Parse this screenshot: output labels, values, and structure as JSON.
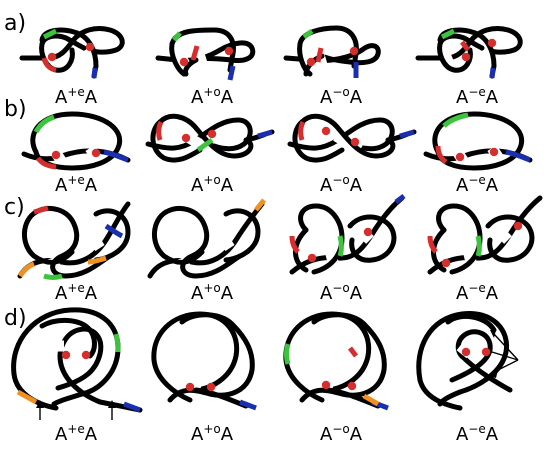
{
  "colors": {
    "strand": "#000000",
    "red": "#d62d2d",
    "green": "#3cc43c",
    "blue": "#1a2fb0",
    "orange": "#f0901e"
  },
  "rows": [
    {
      "label": "a)",
      "panels": [
        {
          "base": "A",
          "sup": "+e",
          "tail": "A"
        },
        {
          "base": "A",
          "sup": "+o",
          "tail": "A"
        },
        {
          "base": "A",
          "sup": "−o",
          "tail": "A"
        },
        {
          "base": "A",
          "sup": "−e",
          "tail": "A"
        }
      ]
    },
    {
      "label": "b)",
      "panels": [
        {
          "base": "A",
          "sup": "+e",
          "tail": "A"
        },
        {
          "base": "A",
          "sup": "+o",
          "tail": "A"
        },
        {
          "base": "A",
          "sup": "−o",
          "tail": "A"
        },
        {
          "base": "A",
          "sup": "−e",
          "tail": "A"
        }
      ]
    },
    {
      "label": "c)",
      "panels": [
        {
          "base": "A",
          "sup": "+e",
          "tail": "A"
        },
        {
          "base": "A",
          "sup": "+o",
          "tail": "A"
        },
        {
          "base": "A",
          "sup": "−o",
          "tail": "A"
        },
        {
          "base": "A",
          "sup": "−e",
          "tail": "A"
        }
      ]
    },
    {
      "label": "d)",
      "panels": [
        {
          "base": "A",
          "sup": "+e",
          "tail": "A"
        },
        {
          "base": "A",
          "sup": "+o",
          "tail": "A"
        },
        {
          "base": "A",
          "sup": "−o",
          "tail": "A"
        },
        {
          "base": "A",
          "sup": "−e",
          "tail": "A"
        }
      ]
    }
  ]
}
